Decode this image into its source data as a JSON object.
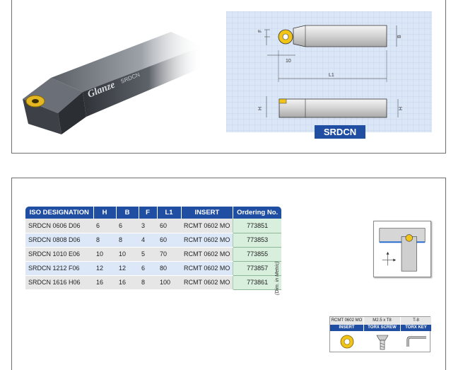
{
  "photo": {
    "brand": "Glanze",
    "model": "SRDCN"
  },
  "drawing": {
    "label": "SRDCN",
    "dims": {
      "f": "F",
      "b": "B",
      "ten": "10",
      "l1": "L1",
      "h_left": "H",
      "h_right": "H"
    }
  },
  "table": {
    "headers": [
      "ISO DESIGNATION",
      "H",
      "B",
      "F",
      "L1",
      "INSERT",
      "Ordering No."
    ],
    "rows": [
      [
        "SRDCN 0606 D06",
        "6",
        "6",
        "3",
        "60",
        "RCMT 0602 MO",
        "773851"
      ],
      [
        "SRDCN 0808 D06",
        "8",
        "8",
        "4",
        "60",
        "RCMT 0602 MO",
        "773853"
      ],
      [
        "SRDCN 1010 E06",
        "10",
        "10",
        "5",
        "70",
        "RCMT 0602 MO",
        "773855"
      ],
      [
        "SRDCN 1212 F06",
        "12",
        "12",
        "6",
        "80",
        "RCMT 0602 MO",
        "773857"
      ],
      [
        "SRDCN 1616 H06",
        "16",
        "16",
        "8",
        "100",
        "RCMT 0602 MO",
        "773861"
      ]
    ],
    "note": "(Dim. in Metric)"
  },
  "accessories": {
    "codes": [
      "RCMT 0602 MO",
      "M2.5 x T8",
      "T-8"
    ],
    "labels": [
      "INSERT",
      "TORX SCREW",
      "TORX KEY"
    ]
  },
  "colors": {
    "accent": "#1f4ea3",
    "ordering": "#d7efdc",
    "drawing_bg": "#dbe6f7"
  }
}
